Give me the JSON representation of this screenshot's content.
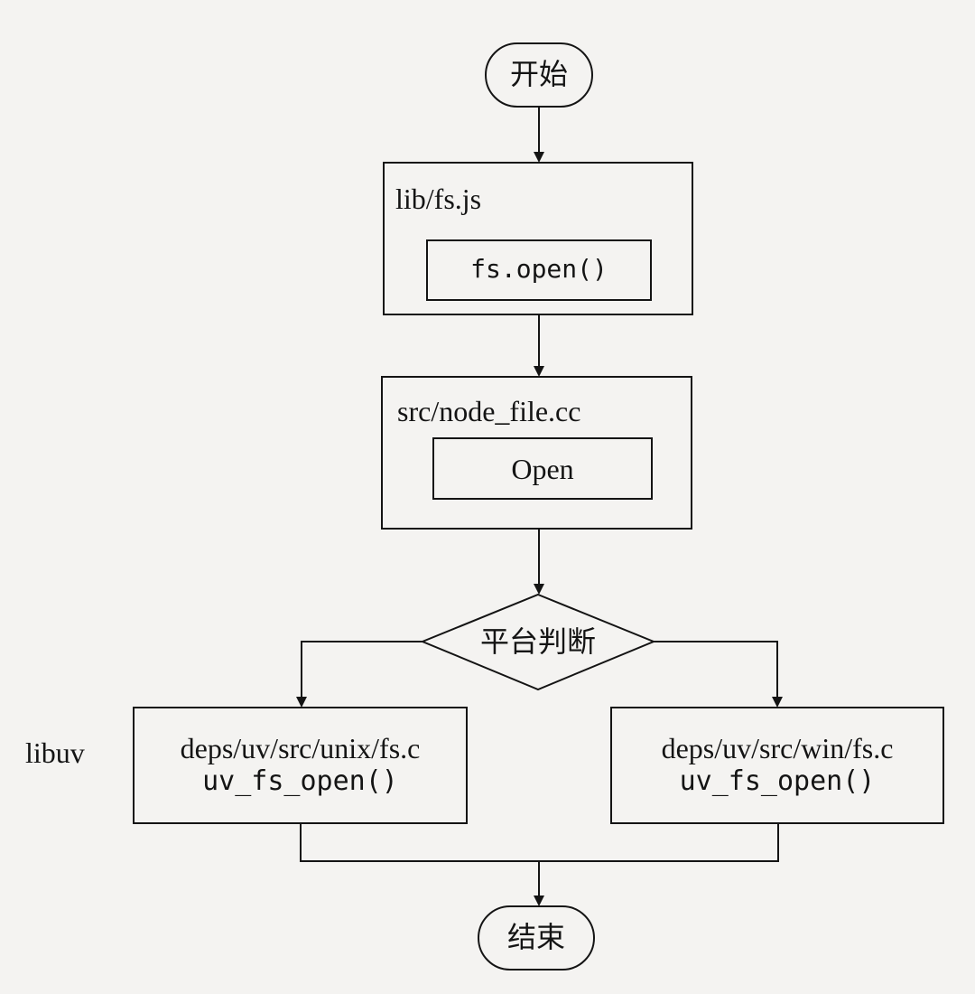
{
  "diagram": {
    "start_label": "开始",
    "end_label": "结束",
    "box_js": {
      "file": "lib/fs.js",
      "call": "fs.open()"
    },
    "box_cc": {
      "file": "src/node_file.cc",
      "call": "Open"
    },
    "decision": "平台判断",
    "side_label": "libuv",
    "box_unix": {
      "file": "deps/uv/src/unix/fs.c",
      "call": "uv_fs_open()"
    },
    "box_win": {
      "file": "deps/uv/src/win/fs.c",
      "call": "uv_fs_open()"
    }
  }
}
